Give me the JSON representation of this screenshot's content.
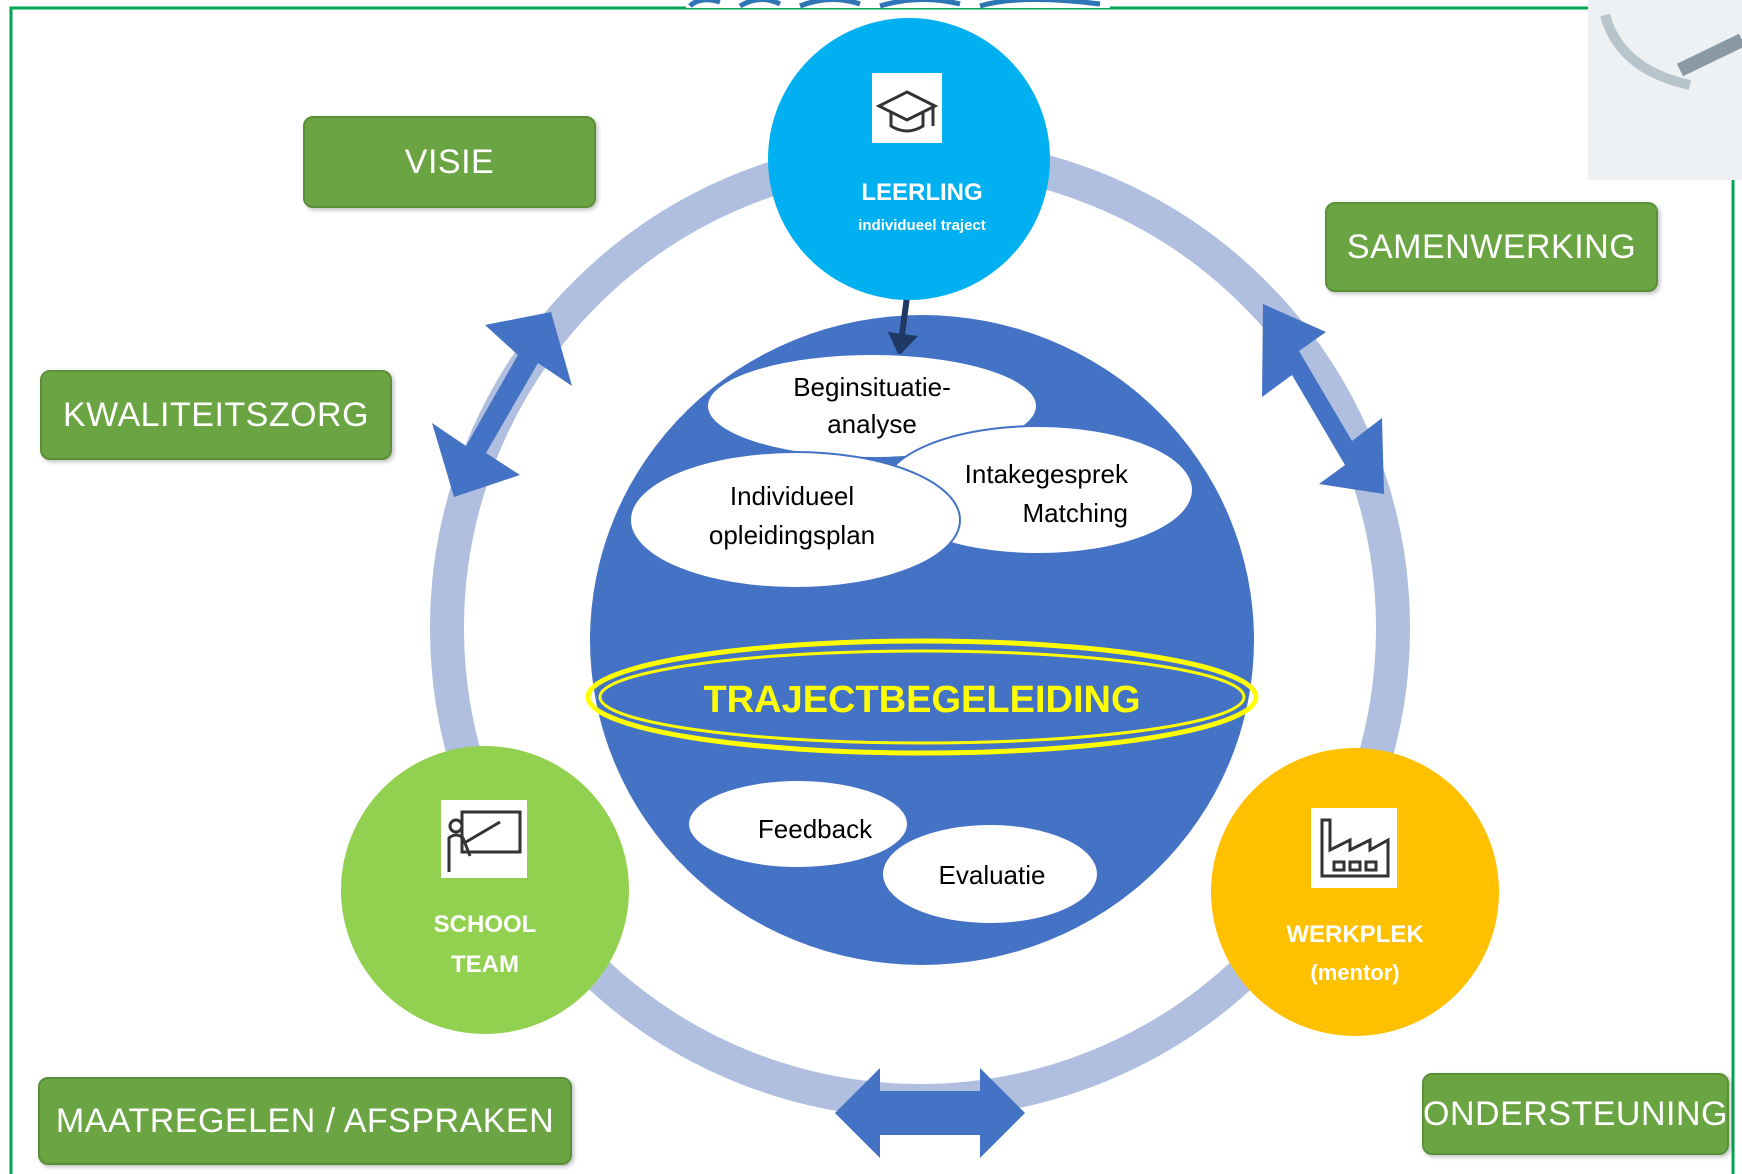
{
  "labels": {
    "visie": "VISIE",
    "samenwerking": "SAMENWERKING",
    "kwaliteitszorg": "KWALITEITSZORG",
    "maatregelen": "MAATREGELEN / AFSPRAKEN",
    "ondersteuning": "ONDERSTEUNING"
  },
  "nodes": {
    "leerling": {
      "title": "LEERLING",
      "subtitle": "individueel traject",
      "icon": "graduation-cap-icon",
      "color": "#00b0f0"
    },
    "school": {
      "line1": "SCHOOL",
      "line2": "TEAM",
      "icon": "teacher-board-icon",
      "color": "#92d050"
    },
    "werkplek": {
      "title": "WERKPLEK",
      "subtitle": "(mentor)",
      "icon": "factory-icon",
      "color": "#ffc000"
    }
  },
  "center": {
    "title": "TRAJECTBEGELEIDING",
    "ovals": {
      "beginsituatie_1": "Beginsituatie-",
      "beginsituatie_2": "analyse",
      "intake_1": "Intakegesprek",
      "intake_2": "Matching",
      "iop_1": "Individueel",
      "iop_2": "opleidingsplan",
      "feedback": "Feedback",
      "evaluatie": "Evaluatie"
    }
  },
  "colors": {
    "ring": "#b0bedf",
    "center": "#4472c4",
    "tag": "#6ba543",
    "title": "#ffff00",
    "frame": "#00a651"
  }
}
